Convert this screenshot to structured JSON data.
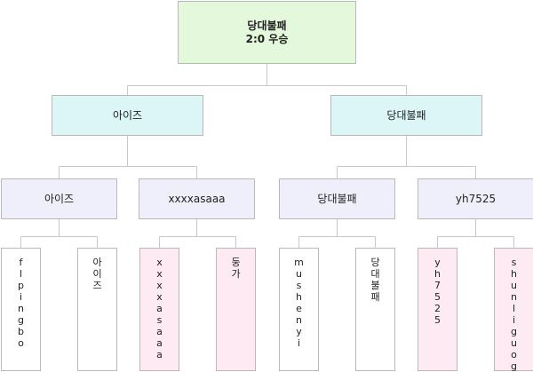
{
  "tournament": {
    "champion": {
      "team": "당대불패",
      "score": "2:0 우승"
    },
    "final": [
      {
        "team": "아이즈"
      },
      {
        "team": "당대불패"
      }
    ],
    "semifinal": [
      {
        "team": "아이즈"
      },
      {
        "team": "xxxxasaaa"
      },
      {
        "team": "당대불패"
      },
      {
        "team": "yh7525"
      }
    ],
    "entrants": [
      {
        "name": "flpingbo",
        "result": "win"
      },
      {
        "name": "아이즈",
        "result": "win"
      },
      {
        "name": "xxxxasaaa",
        "result": "lose"
      },
      {
        "name": "둥가",
        "result": "lose"
      },
      {
        "name": "mushenyi",
        "result": "win"
      },
      {
        "name": "당대불패",
        "result": "win"
      },
      {
        "name": "yh7525",
        "result": "lose"
      },
      {
        "name": "shunliguog",
        "result": "lose"
      }
    ]
  },
  "colors": {
    "champion_fill": "#e4f8db",
    "final_fill": "#dcf6f7",
    "semifinal_fill": "#efeffb",
    "winner_fill": "#ffffff",
    "loser_fill": "#fdeaf2",
    "border": "#b9b9b9",
    "connector": "#c8c8c8"
  }
}
